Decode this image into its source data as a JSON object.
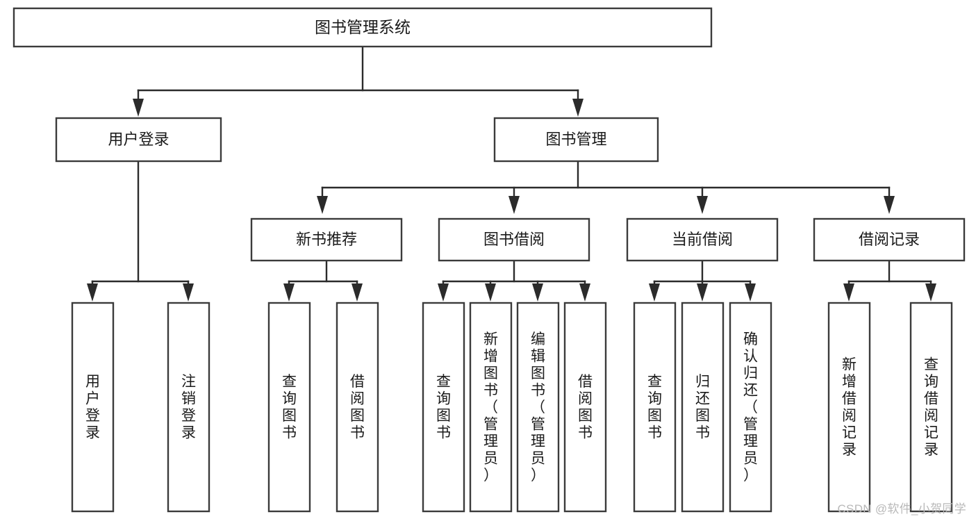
{
  "diagram": {
    "type": "tree",
    "title": "图书管理系统",
    "watermark": "CSDN @软件_小贺同学",
    "colors": {
      "box_stroke": "#3b3b3b",
      "connector": "#2b2b2b",
      "text": "#1a1a1a",
      "background": "#ffffff",
      "watermark": "#b9b9b9"
    },
    "root": {
      "label": "图书管理系统"
    },
    "level1": [
      {
        "label": "用户登录"
      },
      {
        "label": "图书管理"
      }
    ],
    "level2": [
      {
        "label": "新书推荐"
      },
      {
        "label": "图书借阅"
      },
      {
        "label": "当前借阅"
      },
      {
        "label": "借阅记录"
      }
    ],
    "leaves": {
      "user_login": [
        {
          "label": "用户登录"
        },
        {
          "label": "注销登录"
        }
      ],
      "new_book_recommend": [
        {
          "label": "查询图书"
        },
        {
          "label": "借阅图书"
        }
      ],
      "book_borrow": [
        {
          "label": "查询图书"
        },
        {
          "label": "新增图书（管理员）"
        },
        {
          "label": "编辑图书（管理员）"
        },
        {
          "label": "借阅图书"
        }
      ],
      "current_borrow": [
        {
          "label": "查询图书"
        },
        {
          "label": "归还图书"
        },
        {
          "label": "确认归还（管理员）"
        }
      ],
      "borrow_record": [
        {
          "label": "新增借阅记录"
        },
        {
          "label": "查询借阅记录"
        }
      ]
    }
  }
}
